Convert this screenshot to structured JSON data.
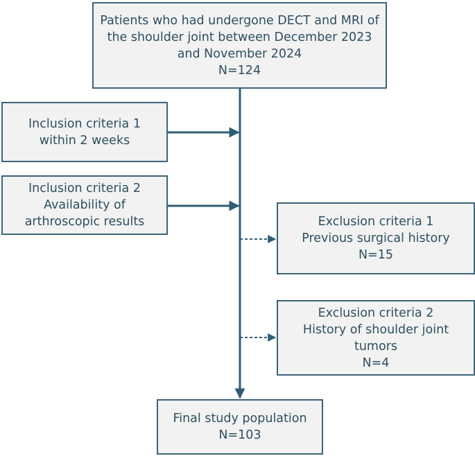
{
  "diagram": {
    "source_box": {
      "lines": [
        "Patients who had undergone DECT and MRI of",
        "the shoulder joint between December 2023",
        "and November 2024",
        "N=124"
      ]
    },
    "inclusion_1": {
      "lines": [
        "Inclusion criteria 1",
        "within 2 weeks"
      ]
    },
    "inclusion_2": {
      "lines": [
        "Inclusion criteria 2",
        "Availability of",
        "arthroscopic results"
      ]
    },
    "exclusion_1": {
      "lines": [
        "Exclusion criteria 1",
        "Previous surgical history",
        "N=15"
      ]
    },
    "exclusion_2": {
      "lines": [
        "Exclusion criteria 2",
        "History of shoulder joint",
        "tumors",
        "N=4"
      ]
    },
    "final_box": {
      "lines": [
        "Final study population",
        "N=103"
      ]
    },
    "colors": {
      "box_fill": "#f2f2f2",
      "border": "#3b6478",
      "text": "#2e4f60",
      "arrow": "#2f5d75"
    }
  }
}
